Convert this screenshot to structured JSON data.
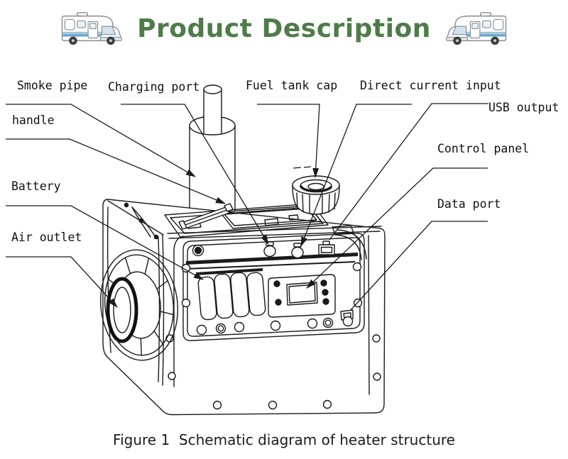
{
  "header": {
    "title": "Product Description",
    "title_color": "#4e7c49",
    "left_icon": "rv-motorhome",
    "right_icon": "rv-motorhome"
  },
  "labels": {
    "smoke_pipe": "Smoke pipe",
    "charging_port": "Charging port",
    "fuel_tank_cap": "Fuel tank cap",
    "direct_current_input": "Direct current input",
    "usb_output": "USB output",
    "handle": "handle",
    "control_panel": "Control panel",
    "battery": "Battery",
    "data_port": "Data port",
    "air_outlet": "Air outlet"
  },
  "figure_caption": "Figure 1  Schematic diagram of heater structure",
  "diagram": {
    "line_color": "#1a1a1a"
  }
}
